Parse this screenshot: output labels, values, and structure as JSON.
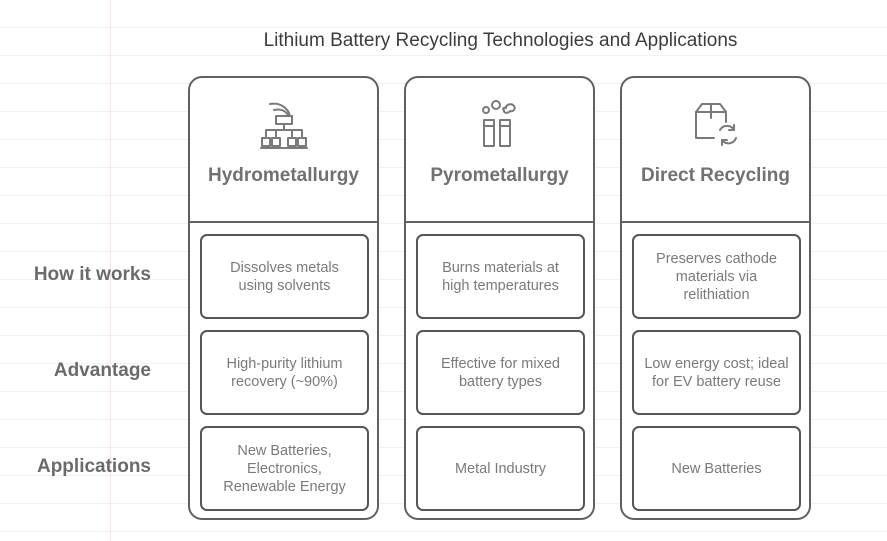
{
  "title": "Lithium Battery Recycling Technologies and Applications",
  "row_labels": [
    "How it works",
    "Advantage",
    "Applications"
  ],
  "columns": [
    {
      "name": "Hydrometallurgy",
      "icon": "factory-pipes-icon",
      "cells": [
        "Dissolves metals using solvents",
        "High-purity lithium recovery (~90%)",
        "New Batteries, Electronics, Renewable Energy"
      ]
    },
    {
      "name": "Pyrometallurgy",
      "icon": "smokestacks-icon",
      "cells": [
        "Burns materials at high temperatures",
        "Effective for mixed battery types",
        "Metal Industry"
      ]
    },
    {
      "name": "Direct Recycling",
      "icon": "box-recycle-icon",
      "cells": [
        "Preserves cathode materials via relithiation",
        "Low energy cost; ideal for EV battery reuse",
        "New Batteries"
      ]
    }
  ],
  "colors": {
    "border": "#616161",
    "cell_border": "#555555",
    "text": "#7a7a7a",
    "label": "#6b6b6b",
    "title": "#3c3c3c"
  }
}
